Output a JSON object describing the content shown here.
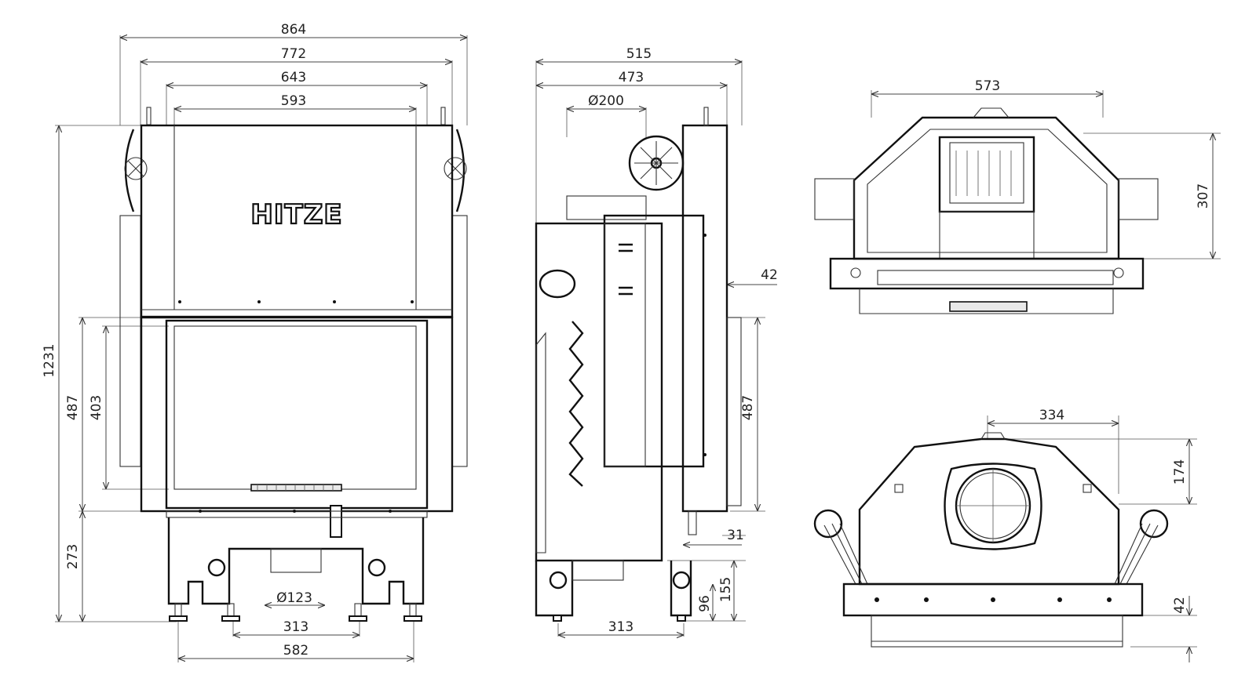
{
  "logo": "HITZE",
  "front_view": {
    "dims": {
      "w864": "864",
      "w772": "772",
      "w643": "643",
      "w593": "593",
      "h1231": "1231",
      "h487": "487",
      "h403": "403",
      "h273": "273",
      "d123": "Ø123",
      "w313": "313",
      "w582": "582"
    }
  },
  "side_view": {
    "dims": {
      "w515": "515",
      "w473": "473",
      "d200": "Ø200",
      "d42": "42",
      "h487": "487",
      "d31": "31",
      "h155": "155",
      "h96": "96",
      "w313": "313"
    }
  },
  "top_view": {
    "dims": {
      "w573": "573",
      "h307": "307"
    }
  },
  "bottom_view": {
    "dims": {
      "w334": "334",
      "h174": "174",
      "h42": "42"
    }
  }
}
